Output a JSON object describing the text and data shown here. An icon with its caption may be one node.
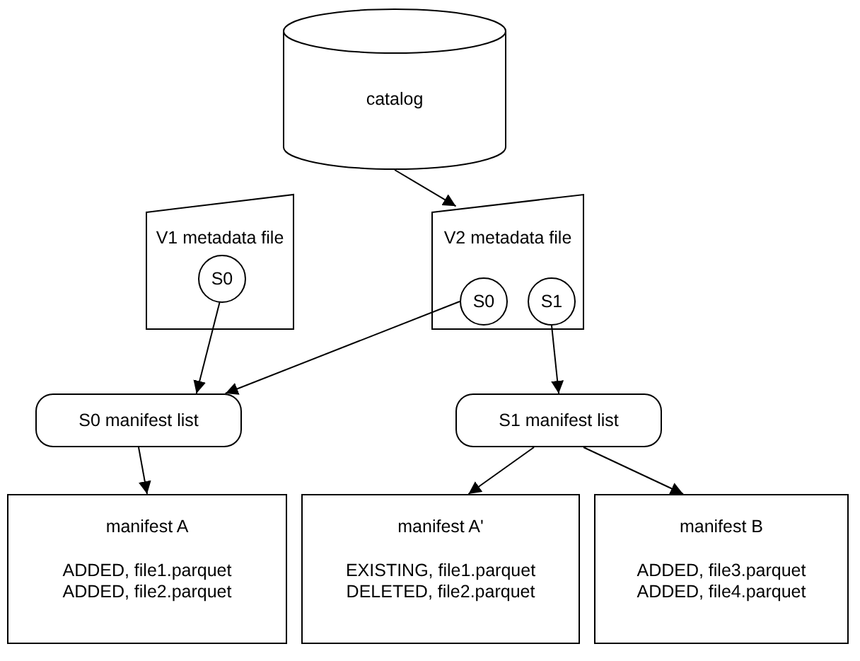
{
  "diagram": {
    "nodes": [
      {
        "text": [
          "catalog"
        ]
      },
      {
        "text": [
          "V1 metadata file"
        ]
      },
      {
        "text": [
          "S0"
        ],
        "in": 1
      },
      {
        "text": [
          "V2 metadata file"
        ]
      },
      {
        "text": [
          "S0"
        ],
        "in": 3
      },
      {
        "text": [
          "S1"
        ],
        "in": 3
      },
      {
        "text": [
          "S0 manifest list"
        ]
      },
      {
        "text": [
          "S1 manifest list"
        ]
      },
      {
        "text": [
          "manifest A",
          "ADDED, file1.parquet",
          "ADDED, file2.parquet"
        ]
      },
      {
        "text": [
          "manifest A'",
          "EXISTING, file1.parquet",
          "DELETED, file2.parquet"
        ]
      },
      {
        "text": [
          "manifest B",
          "ADDED, file3.parquet",
          "ADDED, file4.parquet"
        ]
      }
    ],
    "edges": [
      {
        "from": 0,
        "to": 3,
        "arrow": "to"
      },
      {
        "from": 2,
        "to": 6,
        "arrow": "to"
      },
      {
        "from": 4,
        "to": 6,
        "arrow": "to"
      },
      {
        "from": 5,
        "to": 7,
        "arrow": "to"
      },
      {
        "from": 6,
        "to": 8,
        "arrow": "to"
      },
      {
        "from": 7,
        "to": 9,
        "arrow": "to"
      },
      {
        "from": 7,
        "to": 10,
        "arrow": "to"
      }
    ]
  }
}
